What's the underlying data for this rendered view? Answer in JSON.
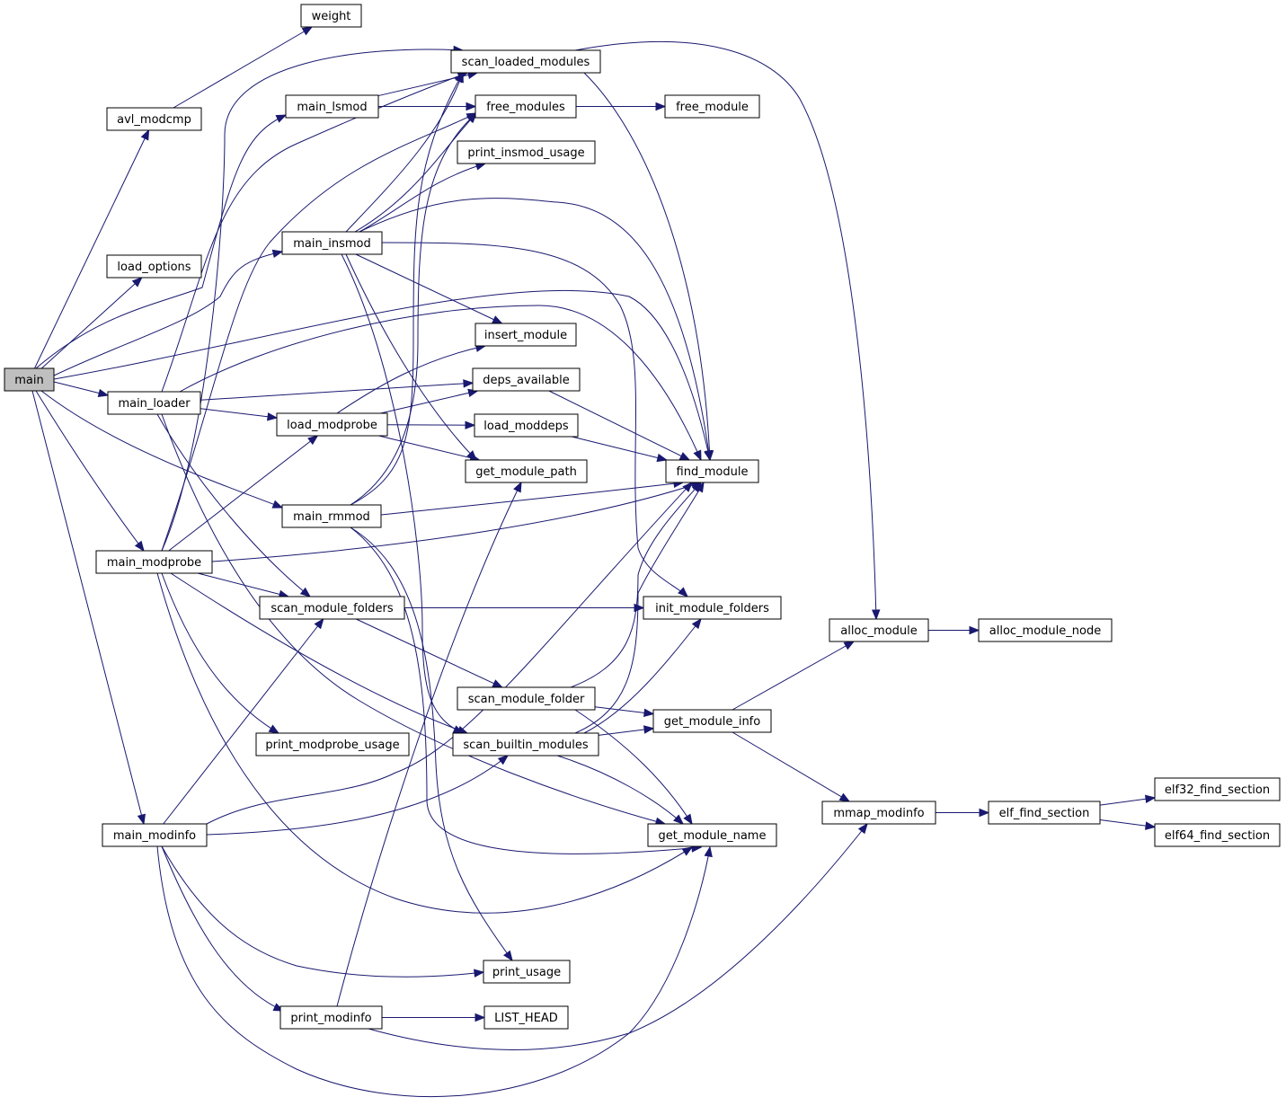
{
  "diagram": {
    "type": "call-graph",
    "root": "main",
    "colors": {
      "edge": "#191970",
      "root_fill": "#bfbfbf",
      "node_fill": "#ffffff",
      "node_border": "#000000"
    },
    "nodes": [
      {
        "id": "main",
        "label": "main"
      },
      {
        "id": "weight",
        "label": "weight"
      },
      {
        "id": "avl_modcmp",
        "label": "avl_modcmp"
      },
      {
        "id": "load_options",
        "label": "load_options"
      },
      {
        "id": "main_loader",
        "label": "main_loader"
      },
      {
        "id": "main_modprobe",
        "label": "main_modprobe"
      },
      {
        "id": "main_modinfo",
        "label": "main_modinfo"
      },
      {
        "id": "main_lsmod",
        "label": "main_lsmod"
      },
      {
        "id": "main_insmod",
        "label": "main_insmod"
      },
      {
        "id": "load_modprobe",
        "label": "load_modprobe"
      },
      {
        "id": "main_rmmod",
        "label": "main_rmmod"
      },
      {
        "id": "scan_module_folders",
        "label": "scan_module_folders"
      },
      {
        "id": "print_modprobe_usage",
        "label": "print_modprobe_usage"
      },
      {
        "id": "print_modinfo",
        "label": "print_modinfo"
      },
      {
        "id": "scan_loaded_modules",
        "label": "scan_loaded_modules"
      },
      {
        "id": "free_modules",
        "label": "free_modules"
      },
      {
        "id": "print_insmod_usage",
        "label": "print_insmod_usage"
      },
      {
        "id": "insert_module",
        "label": "insert_module"
      },
      {
        "id": "deps_available",
        "label": "deps_available"
      },
      {
        "id": "load_moddeps",
        "label": "load_moddeps"
      },
      {
        "id": "get_module_path",
        "label": "get_module_path"
      },
      {
        "id": "scan_module_folder",
        "label": "scan_module_folder"
      },
      {
        "id": "scan_builtin_modules",
        "label": "scan_builtin_modules"
      },
      {
        "id": "print_usage",
        "label": "print_usage"
      },
      {
        "id": "LIST_HEAD",
        "label": "LIST_HEAD"
      },
      {
        "id": "free_module",
        "label": "free_module"
      },
      {
        "id": "find_module",
        "label": "find_module"
      },
      {
        "id": "init_module_folders",
        "label": "init_module_folders"
      },
      {
        "id": "get_module_info",
        "label": "get_module_info"
      },
      {
        "id": "get_module_name",
        "label": "get_module_name"
      },
      {
        "id": "alloc_module",
        "label": "alloc_module"
      },
      {
        "id": "alloc_module_node",
        "label": "alloc_module_node"
      },
      {
        "id": "mmap_modinfo",
        "label": "mmap_modinfo"
      },
      {
        "id": "elf_find_section",
        "label": "elf_find_section"
      },
      {
        "id": "elf32_find_section",
        "label": "elf32_find_section"
      },
      {
        "id": "elf64_find_section",
        "label": "elf64_find_section"
      }
    ],
    "edges": [
      [
        "main",
        "avl_modcmp"
      ],
      [
        "main",
        "load_options"
      ],
      [
        "main",
        "main_loader"
      ],
      [
        "main",
        "main_modprobe"
      ],
      [
        "main",
        "main_modinfo"
      ],
      [
        "main",
        "main_lsmod"
      ],
      [
        "main",
        "main_insmod"
      ],
      [
        "main",
        "main_rmmod"
      ],
      [
        "main",
        "find_module"
      ],
      [
        "avl_modcmp",
        "weight"
      ],
      [
        "main_loader",
        "scan_loaded_modules"
      ],
      [
        "main_loader",
        "load_modprobe"
      ],
      [
        "main_loader",
        "deps_available"
      ],
      [
        "main_loader",
        "find_module"
      ],
      [
        "main_loader",
        "scan_module_folders"
      ],
      [
        "main_loader",
        "get_module_name"
      ],
      [
        "main_modprobe",
        "scan_loaded_modules"
      ],
      [
        "main_modprobe",
        "free_modules"
      ],
      [
        "main_modprobe",
        "load_modprobe"
      ],
      [
        "main_modprobe",
        "scan_module_folders"
      ],
      [
        "main_modprobe",
        "print_modprobe_usage"
      ],
      [
        "main_modprobe",
        "scan_builtin_modules"
      ],
      [
        "main_modprobe",
        "find_module"
      ],
      [
        "main_modprobe",
        "get_module_name"
      ],
      [
        "main_modinfo",
        "scan_module_folders"
      ],
      [
        "main_modinfo",
        "scan_builtin_modules"
      ],
      [
        "main_modinfo",
        "find_module"
      ],
      [
        "main_modinfo",
        "print_usage"
      ],
      [
        "main_modinfo",
        "print_modinfo"
      ],
      [
        "main_modinfo",
        "get_module_name"
      ],
      [
        "main_lsmod",
        "scan_loaded_modules"
      ],
      [
        "main_lsmod",
        "free_modules"
      ],
      [
        "main_insmod",
        "scan_loaded_modules"
      ],
      [
        "main_insmod",
        "free_modules"
      ],
      [
        "main_insmod",
        "print_insmod_usage"
      ],
      [
        "main_insmod",
        "insert_module"
      ],
      [
        "main_insmod",
        "get_module_path"
      ],
      [
        "main_insmod",
        "find_module"
      ],
      [
        "main_insmod",
        "init_module_folders"
      ],
      [
        "main_insmod",
        "scan_builtin_modules"
      ],
      [
        "load_modprobe",
        "insert_module"
      ],
      [
        "load_modprobe",
        "deps_available"
      ],
      [
        "load_modprobe",
        "load_moddeps"
      ],
      [
        "load_modprobe",
        "get_module_path"
      ],
      [
        "main_rmmod",
        "scan_loaded_modules"
      ],
      [
        "main_rmmod",
        "free_modules"
      ],
      [
        "main_rmmod",
        "find_module"
      ],
      [
        "main_rmmod",
        "print_usage"
      ],
      [
        "main_rmmod",
        "get_module_name"
      ],
      [
        "scan_module_folders",
        "init_module_folders"
      ],
      [
        "scan_module_folders",
        "scan_module_folder"
      ],
      [
        "print_modinfo",
        "get_module_path"
      ],
      [
        "print_modinfo",
        "LIST_HEAD"
      ],
      [
        "print_modinfo",
        "mmap_modinfo"
      ],
      [
        "scan_loaded_modules",
        "alloc_module"
      ],
      [
        "scan_loaded_modules",
        "find_module"
      ],
      [
        "free_modules",
        "free_module"
      ],
      [
        "deps_available",
        "find_module"
      ],
      [
        "load_moddeps",
        "find_module"
      ],
      [
        "scan_module_folder",
        "get_module_info"
      ],
      [
        "scan_module_folder",
        "find_module"
      ],
      [
        "scan_module_folder",
        "get_module_name"
      ],
      [
        "scan_builtin_modules",
        "get_module_info"
      ],
      [
        "scan_builtin_modules",
        "find_module"
      ],
      [
        "scan_builtin_modules",
        "init_module_folders"
      ],
      [
        "scan_builtin_modules",
        "get_module_name"
      ],
      [
        "get_module_info",
        "alloc_module"
      ],
      [
        "get_module_info",
        "mmap_modinfo"
      ],
      [
        "alloc_module",
        "alloc_module_node"
      ],
      [
        "mmap_modinfo",
        "elf_find_section"
      ],
      [
        "elf_find_section",
        "elf32_find_section"
      ],
      [
        "elf_find_section",
        "elf64_find_section"
      ]
    ]
  }
}
